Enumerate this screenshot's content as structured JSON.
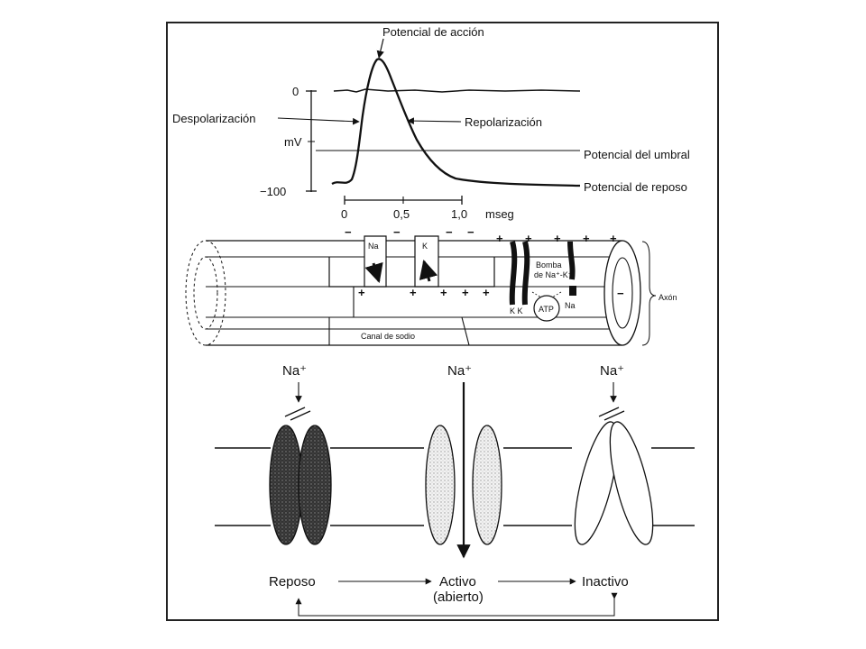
{
  "graph": {
    "title_arrow": "Potencial de acción",
    "y_tick_top": "0",
    "y_tick_bottom": "−100",
    "y_unit": "mV",
    "x_ticks": [
      "0",
      "0,5",
      "1,0"
    ],
    "x_unit": "mseg",
    "label_depolarization": "Despolarización",
    "label_repolarization": "Repolarización",
    "label_threshold": "Potencial del umbral",
    "label_rest": "Potencial de reposo"
  },
  "axon": {
    "label": "Axón",
    "channel_na": "Na",
    "channel_k": "K",
    "pump_line1": "Bomba",
    "pump_line2": "de Na⁺-K⁺",
    "atp": "ATP",
    "pump_k": "K K",
    "pump_na": "Na",
    "sodium_channel": "Canal de sodio",
    "charge_minus": "−",
    "charge_plus": "+"
  },
  "states": {
    "ion": "Na⁺",
    "rest": "Reposo",
    "active": "Activo",
    "active_sub": "(abierto)",
    "inactive": "Inactivo"
  },
  "colors": {
    "ink": "#111111",
    "frame": "#222222",
    "stipple_dark": "#2a2a2a",
    "stipple_light": "#bdbdbd"
  }
}
